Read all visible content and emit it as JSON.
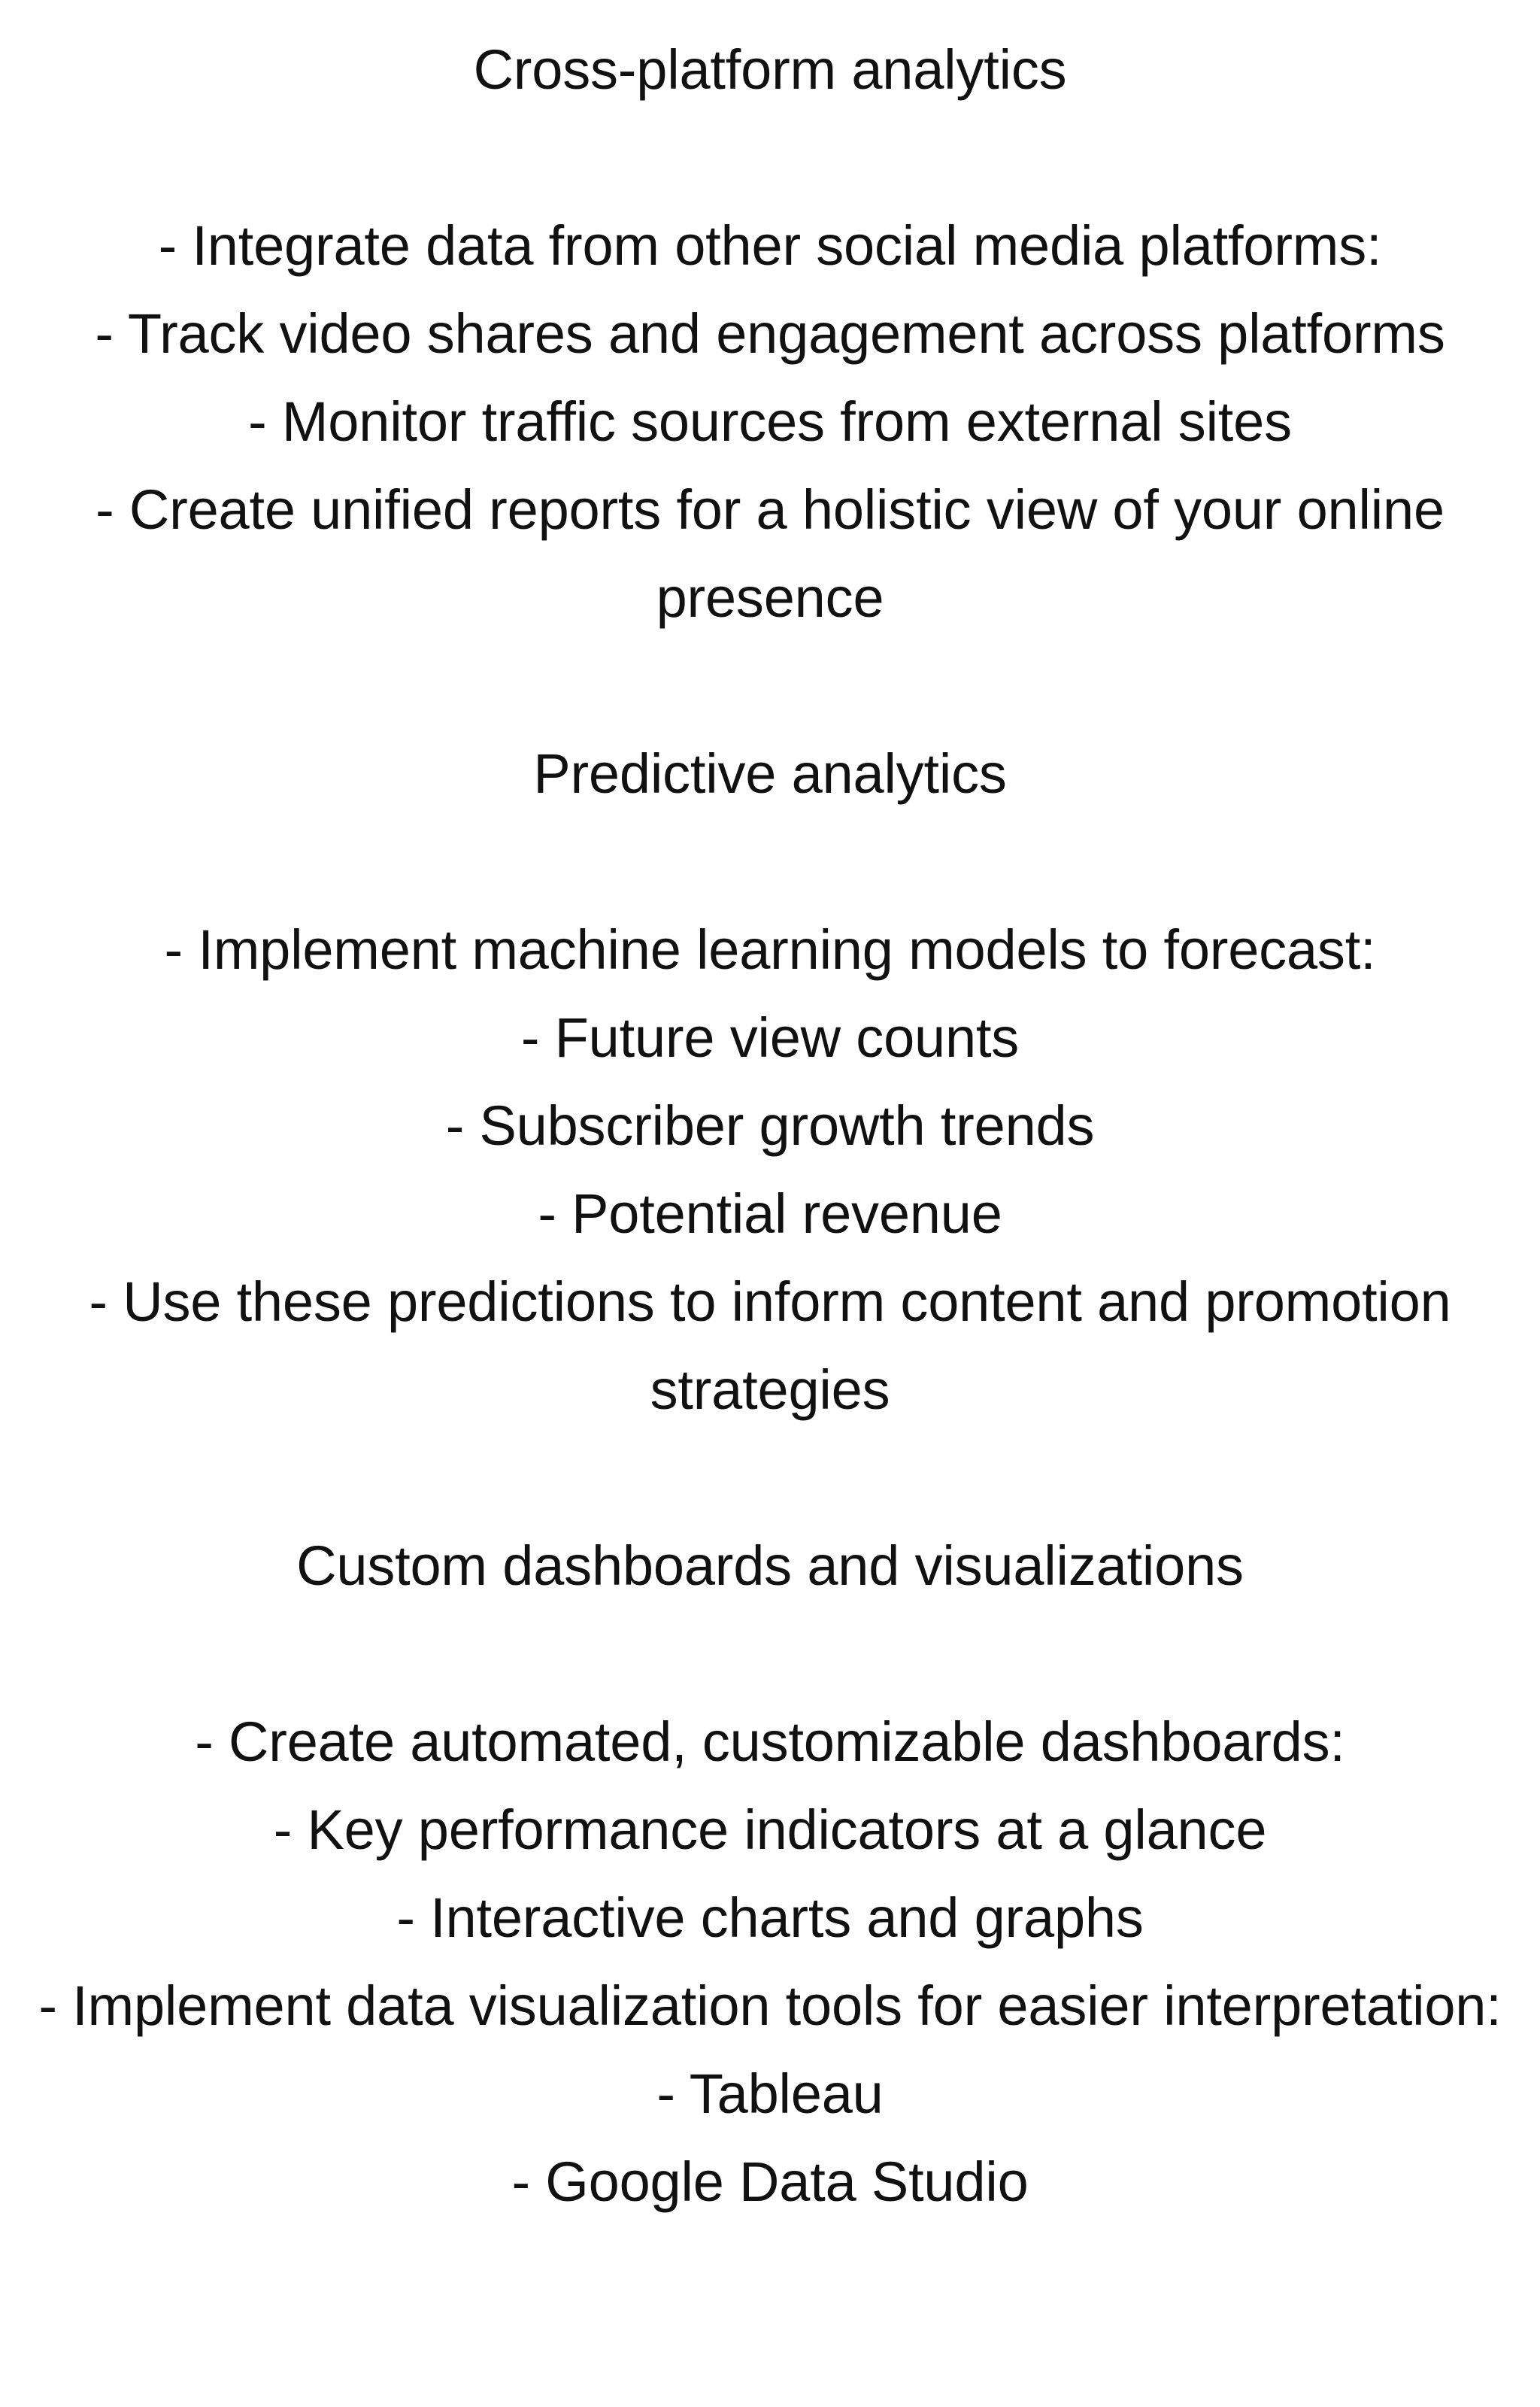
{
  "document": {
    "title": "Cross-platform analytics",
    "text_color": "#111111",
    "background_color": "#ffffff",
    "alignment": "center",
    "blocks": [
      {
        "kind": "heading",
        "text": "Cross-platform analytics"
      },
      {
        "kind": "blank",
        "text": ""
      },
      {
        "kind": "bullet",
        "text": "- Integrate data from other social media platforms:"
      },
      {
        "kind": "bullet",
        "text": "- Track video shares and engagement across platforms"
      },
      {
        "kind": "bullet",
        "text": "- Monitor traffic sources from external sites"
      },
      {
        "kind": "bullet",
        "text": "- Create unified reports for a holistic view of your online presence"
      },
      {
        "kind": "blank",
        "text": ""
      },
      {
        "kind": "heading",
        "text": "Predictive analytics"
      },
      {
        "kind": "blank",
        "text": ""
      },
      {
        "kind": "bullet",
        "text": "- Implement machine learning models to forecast:"
      },
      {
        "kind": "bullet",
        "text": "- Future view counts"
      },
      {
        "kind": "bullet",
        "text": "- Subscriber growth trends"
      },
      {
        "kind": "bullet",
        "text": "- Potential revenue"
      },
      {
        "kind": "bullet",
        "text": "- Use these predictions to inform content and promotion strategies"
      },
      {
        "kind": "blank",
        "text": ""
      },
      {
        "kind": "heading",
        "text": "Custom dashboards and visualizations"
      },
      {
        "kind": "blank",
        "text": ""
      },
      {
        "kind": "bullet",
        "text": "- Create automated, customizable dashboards:"
      },
      {
        "kind": "bullet",
        "text": "- Key performance indicators at a glance"
      },
      {
        "kind": "bullet",
        "text": "- Interactive charts and graphs"
      },
      {
        "kind": "bullet",
        "text": "- Implement data visualization tools for easier interpretation:"
      },
      {
        "kind": "bullet",
        "text": "- Tableau"
      },
      {
        "kind": "bullet-clipped",
        "text": "- Google Data Studio"
      }
    ]
  }
}
